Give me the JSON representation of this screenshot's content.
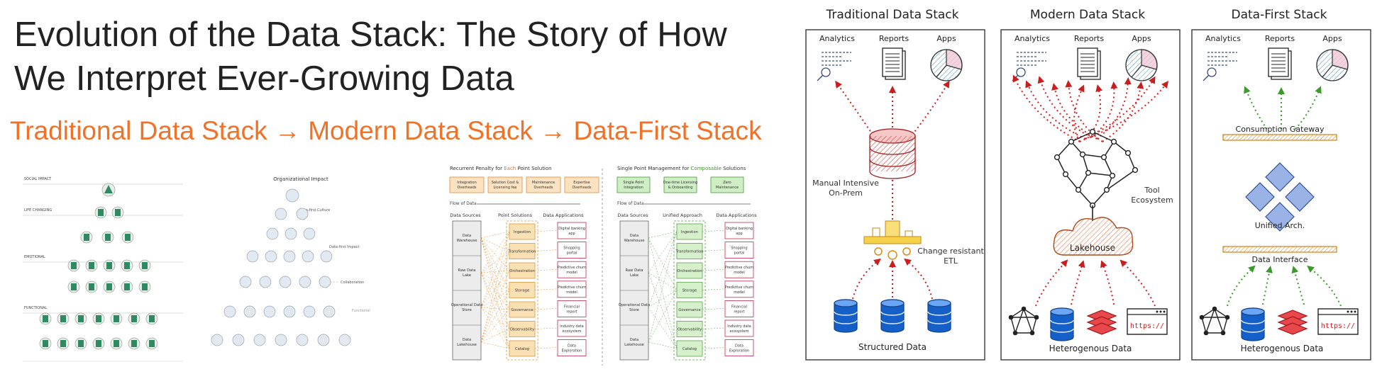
{
  "header": {
    "title": "Evolution of the Data Stack: The Story of How We Interpret Ever-Growing Data",
    "subtitle": "Traditional Data Stack → Modern Data Stack → Data-First Stack"
  },
  "colors": {
    "accent_orange": "#f07228",
    "traditional_red": "#c81e1e",
    "modern_red": "#d22020",
    "data_first_green": "#3a9a2a",
    "db_blue": "#1560c8",
    "lakehouse_orange": "#f3986a",
    "orange_band": "#f0a13c",
    "diamond_blue": "#9ab3e6"
  },
  "thumb1": {
    "sections": [
      "SOCIAL IMPACT",
      "LIFE CHANGING",
      "EMOTIONAL",
      "FUNCTIONAL"
    ]
  },
  "thumb2": {
    "title": "Organizational Impact",
    "labels": [
      "Data-first Culture",
      "Data-first Impact",
      "Collaboration",
      "Functional"
    ]
  },
  "thumb3": {
    "left_title_prefix": "Recurrent Penalty for ",
    "left_title_highlight": "Each",
    "left_title_suffix": " Point Solution",
    "right_title_prefix": "Single Point Management for ",
    "right_title_highlight": "Composable",
    "right_title_suffix": " Solutions",
    "left_penalties": [
      "Integration Overheads",
      "Solution Cost & Licensing fee",
      "Maintenance Overheads",
      "Expertise Overheads"
    ],
    "right_benefits": [
      "Single Point Integration",
      "One-time Licensing & Onboarding",
      "Zero Maintenance"
    ],
    "flow_label": "Flow of Data",
    "col_sources": "Data Sources",
    "col_point": "Point Solutions",
    "col_unified": "Unified Approach",
    "col_apps": "Data Applications",
    "sources": [
      "Data Warehouse",
      "Raw Data Lake",
      "Operational Data Store",
      "Data Lakehouse"
    ],
    "solutions": [
      "Ingestion",
      "Transformation",
      "Orchestration",
      "Storage",
      "Governance",
      "Observability",
      "Catalog"
    ],
    "applications": [
      "Digital banking app",
      "Shopping portal",
      "Predictive churn model",
      "Predictive churn model",
      "Financial report",
      "Industry data ecosystem",
      "Data Exploration"
    ]
  },
  "stacks": {
    "consumers": [
      "Analytics",
      "Reports",
      "Apps"
    ],
    "traditional": {
      "title": "Traditional Data Stack",
      "left_label": "Manual Intensive On-Prem",
      "etl_label": "Change resistant ETL",
      "bottom_label": "Structured Data"
    },
    "modern": {
      "title": "Modern Data Stack",
      "tool_label": "Tool Ecosystem",
      "lakehouse": "Lakehouse",
      "https": "https://",
      "bottom_label": "Heterogenous Data"
    },
    "datafirst": {
      "title": "Data-First Stack",
      "gateway": "Consumption Gateway",
      "unified": "Unified Arch.",
      "interface": "Data Interface",
      "https": "https://",
      "bottom_label": "Heterogenous Data"
    }
  }
}
